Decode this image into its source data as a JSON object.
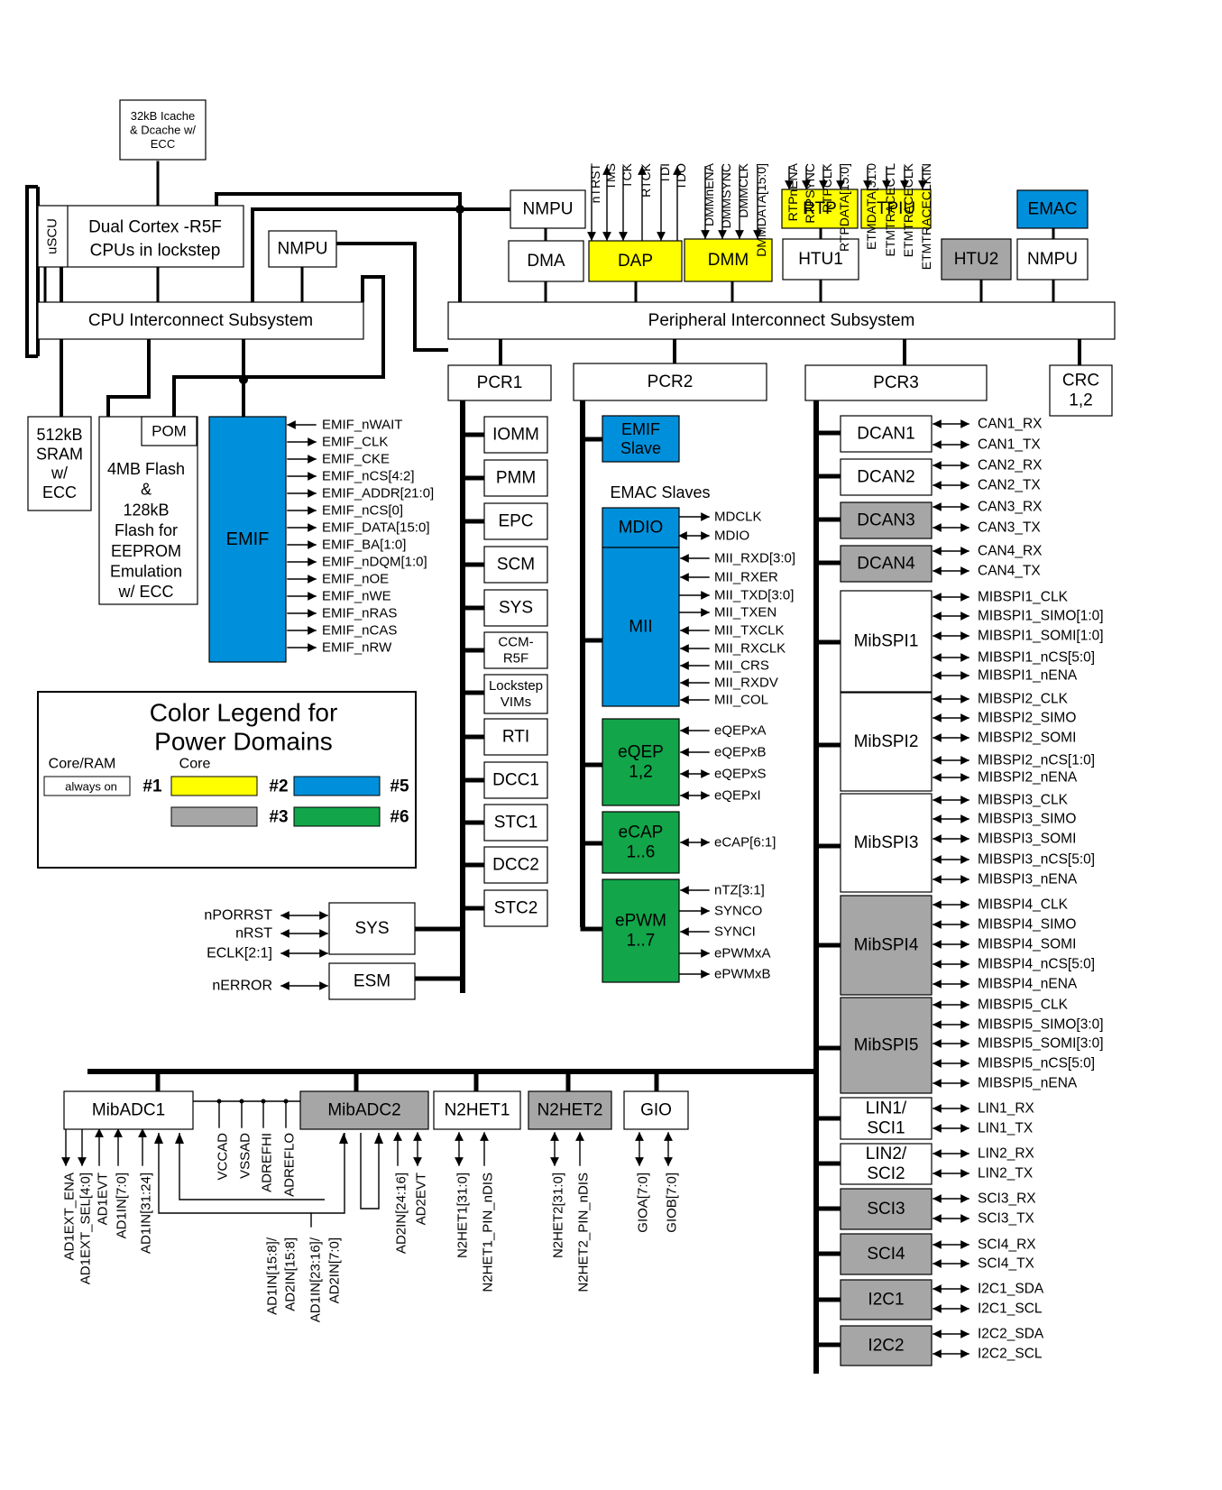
{
  "colors": {
    "yellow": "#ffff00",
    "blue": "#0090db",
    "gray": "#a6a6a6",
    "green": "#12a54a",
    "white": "#ffffff",
    "line": "#000000"
  },
  "blocks": {
    "cache": [
      "32kB Icache",
      "& Dcache w/",
      "ECC"
    ],
    "uscu": "uSCU",
    "cpu": [
      "Dual Cortex -R5F",
      "CPUs in lockstep"
    ],
    "cpu_interconnect": "CPU Interconnect Subsystem",
    "nmpu_cpu": "NMPU",
    "nmpu_top": "NMPU",
    "dma": "DMA",
    "dap": "DAP",
    "dmm": "DMM",
    "rtp": "RTP",
    "tpiu": "TPIU",
    "htu1": "HTU1",
    "htu2": "HTU2",
    "emac": "EMAC",
    "nmpu_emac": "NMPU",
    "peripheral_interconnect": "Peripheral Interconnect Subsystem",
    "sram": [
      "512kB",
      "SRAM",
      "w/",
      "ECC"
    ],
    "pom": "POM",
    "flash": [
      "4MB Flash",
      "&",
      "128kB",
      "Flash for",
      "EEPROM",
      "Emulation",
      "w/ ECC"
    ],
    "emif": "EMIF",
    "pcr1": "PCR1",
    "pcr2": "PCR2",
    "pcr3": "PCR3",
    "crc": [
      "CRC",
      "1,2"
    ],
    "emif_slave": [
      "EMIF",
      "Slave"
    ],
    "emac_slaves": "EMAC Slaves",
    "mdio": "MDIO",
    "mii": "MII",
    "eqep": [
      "eQEP",
      "1,2"
    ],
    "ecap": [
      "eCAP",
      "1..6"
    ],
    "epwm": [
      "ePWM",
      "1..7"
    ],
    "sys": "SYS",
    "esm": "ESM",
    "mibadc1": "MibADC1",
    "mibadc2": "MibADC2",
    "n2het1": "N2HET1",
    "n2het2": "N2HET2",
    "gio": "GIO"
  },
  "pcr1_modules": [
    "IOMM",
    "PMM",
    "EPC",
    "SCM",
    "SYS",
    "CCM-R5F",
    "Lockstep VIMs",
    "RTI",
    "DCC1",
    "STC1",
    "DCC2",
    "STC2"
  ],
  "pcr3_modules": [
    "DCAN1",
    "DCAN2",
    "DCAN3",
    "DCAN4",
    "MibSPI1",
    "MibSPI2",
    "MibSPI3",
    "MibSPI4",
    "MibSPI5",
    "LIN1/ SCI1",
    "LIN2/ SCI2",
    "SCI3",
    "SCI4",
    "I2C1",
    "I2C2"
  ],
  "top_signals": {
    "dap": [
      "nTRST",
      "TMS",
      "TCK",
      "RTCK",
      "TDI",
      "TDO"
    ],
    "dmm": [
      "DMMnENA",
      "DMMSYNC",
      "DMMCLK",
      "DMMDATA[15:0]"
    ],
    "rtp": [
      "RTPnENA",
      "RTPSYNC",
      "RTPCLK",
      "RTPDATA[15:0]"
    ],
    "tpiu": [
      "ETMDATA[31:0",
      "ETMTRACECTL",
      "ETMTRACECLK",
      "ETMTRACECLKIN"
    ]
  },
  "emif_signals": [
    "EMIF_nWAIT",
    "EMIF_CLK",
    "EMIF_CKE",
    "EMIF_nCS[4:2]",
    "EMIF_ADDR[21:0]",
    "EMIF_nCS[0]",
    "EMIF_DATA[15:0]",
    "EMIF_BA[1:0]",
    "EMIF_nDQM[1:0]",
    "EMIF_nOE",
    "EMIF_nWE",
    "EMIF_nRAS",
    "EMIF_nCAS",
    "EMIF_nRW"
  ],
  "mdio_signals": [
    "MDCLK",
    "MDIO"
  ],
  "mii_signals": [
    "MII_RXD[3:0]",
    "MII_RXER",
    "MII_TXD[3:0]",
    "MII_TXEN",
    "MII_TXCLK",
    "MII_RXCLK",
    "MII_CRS",
    "MII_RXDV",
    "MII_COL"
  ],
  "eqep_signals": [
    "eQEPxA",
    "eQEPxB",
    "eQEPxS",
    "eQEPxI"
  ],
  "ecap_signals": [
    "eCAP[6:1]"
  ],
  "epwm_signals": [
    "nTZ[3:1]",
    "SYNCO",
    "SYNCI",
    "ePWMxA",
    "ePWMxB"
  ],
  "sys_signals": [
    "nPORRST",
    "nRST",
    "ECLK[2:1]"
  ],
  "esm_signals": [
    "nERROR"
  ],
  "pcr3_signals": [
    [
      "CAN1_RX",
      "CAN1_TX"
    ],
    [
      "CAN2_RX",
      "CAN2_TX"
    ],
    [
      "CAN3_RX",
      "CAN3_TX"
    ],
    [
      "CAN4_RX",
      "CAN4_TX"
    ],
    [
      "MIBSPI1_CLK",
      "MIBSPI1_SIMO[1:0]",
      "MIBSPI1_SOMI[1:0]",
      "MIBSPI1_nCS[5:0]",
      "MIBSPI1_nENA"
    ],
    [
      "MIBSPI2_CLK",
      "MIBSPI2_SIMO",
      "MIBSPI2_SOMI",
      "MIBSPI2_nCS[1:0]",
      "MIBSPI2_nENA"
    ],
    [
      "MIBSPI3_CLK",
      "MIBSPI3_SIMO",
      "MIBSPI3_SOMI",
      "MIBSPI3_nCS[5:0]",
      "MIBSPI3_nENA"
    ],
    [
      "MIBSPI4_CLK",
      "MIBSPI4_SIMO",
      "MIBSPI4_SOMI",
      "MIBSPI4_nCS[5:0]",
      "MIBSPI4_nENA"
    ],
    [
      "MIBSPI5_CLK",
      "MIBSPI5_SIMO[3:0]",
      "MIBSPI5_SOMI[3:0]",
      "MIBSPI5_nCS[5:0]",
      "MIBSPI5_nENA"
    ],
    [
      "LIN1_RX",
      "LIN1_TX"
    ],
    [
      "LIN2_RX",
      "LIN2_TX"
    ],
    [
      "SCI3_RX",
      "SCI3_TX"
    ],
    [
      "SCI4_RX",
      "SCI4_TX"
    ],
    [
      "I2C1_SDA",
      "I2C1_SCL"
    ],
    [
      "I2C2_SDA",
      "I2C2_SCL"
    ]
  ],
  "adc_ref_signals": [
    "VCCAD",
    "VSSAD",
    "ADREFHI",
    "ADREFLO"
  ],
  "bottom_signals": {
    "mibadc1": [
      "AD1EXT_ENA",
      "AD1EXT_SEL[4:0]",
      "AD1EVT",
      "AD1IN[7:0]",
      "AD1IN[31:24]"
    ],
    "shared": [
      "AD1IN[15:8]/",
      "AD2IN[15:8]",
      "AD1IN[23:16]/",
      "AD2IN[7:0]"
    ],
    "mibadc2": [
      "AD2IN[24:16]",
      "AD2EVT"
    ],
    "n2het1": [
      "N2HET1[31:0]",
      "N2HET1_PIN_nDIS"
    ],
    "n2het2": [
      "N2HET2[31:0]",
      "N2HET2_PIN_nDIS"
    ],
    "gio": [
      "GIOA[7:0]",
      "GIOB[7:0]"
    ]
  },
  "legend": {
    "title": [
      "Color Legend for",
      "Power Domains"
    ],
    "core_ram": "Core/RAM",
    "core": "Core",
    "always_on": "always on",
    "domains": [
      "#1",
      "#2",
      "#5",
      "#3",
      "#6"
    ]
  }
}
